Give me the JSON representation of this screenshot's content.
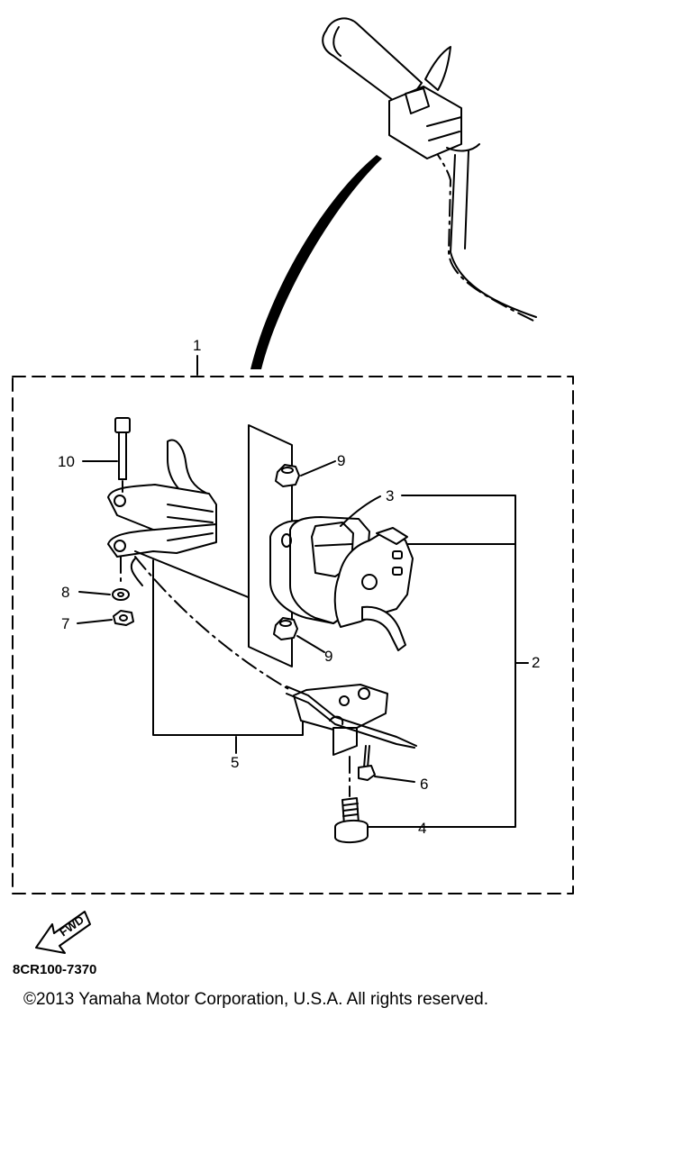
{
  "callouts": {
    "c1": "1",
    "c2": "2",
    "c3": "3",
    "c4": "4",
    "c5": "5",
    "c6": "6",
    "c7": "7",
    "c8": "8",
    "c9a": "9",
    "c9b": "9",
    "c10": "10"
  },
  "fwd_badge": "FWD",
  "diagram_code": "8CR100-7370",
  "copyright": "©2013 Yamaha Motor Corporation, U.S.A. All rights reserved.",
  "colors": {
    "ink": "#000000",
    "background": "#ffffff"
  }
}
